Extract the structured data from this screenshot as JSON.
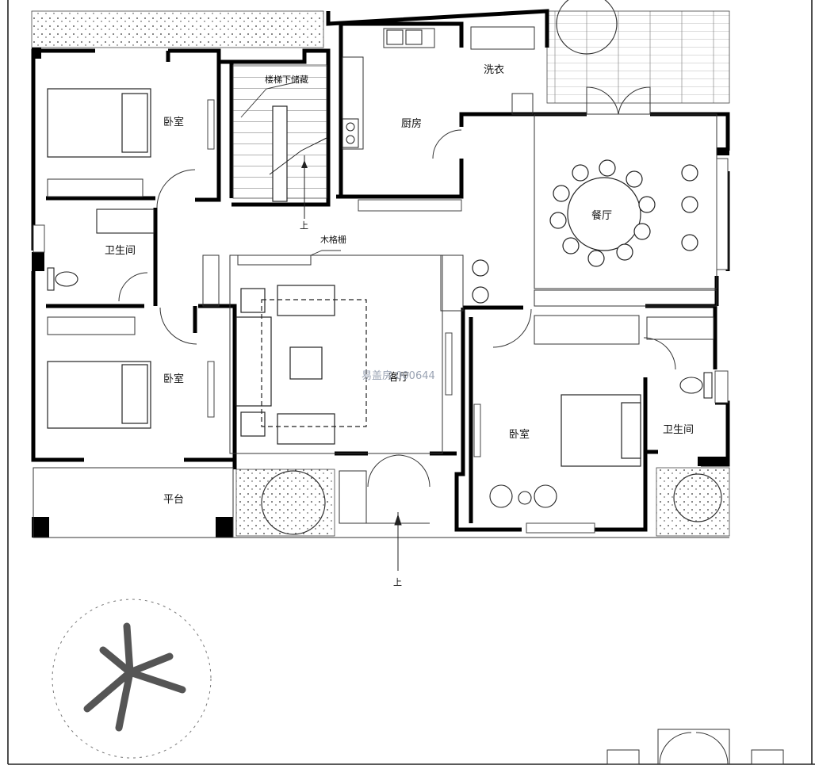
{
  "rooms": {
    "bedroom_nw": "卧室",
    "bath_w": "卫生间",
    "bedroom_w": "卧室",
    "terrace": "平台",
    "kitchen": "厨房",
    "laundry": "洗衣",
    "dining": "餐厅",
    "living": "客厅",
    "bedroom_master": "卧室",
    "bath_e": "卫生间"
  },
  "annotations": {
    "stair_storage": "楼梯下储藏",
    "wood_screen": "木格栅",
    "stair_up": "上",
    "entry_up": "上"
  },
  "watermark": "易盖房 000644"
}
